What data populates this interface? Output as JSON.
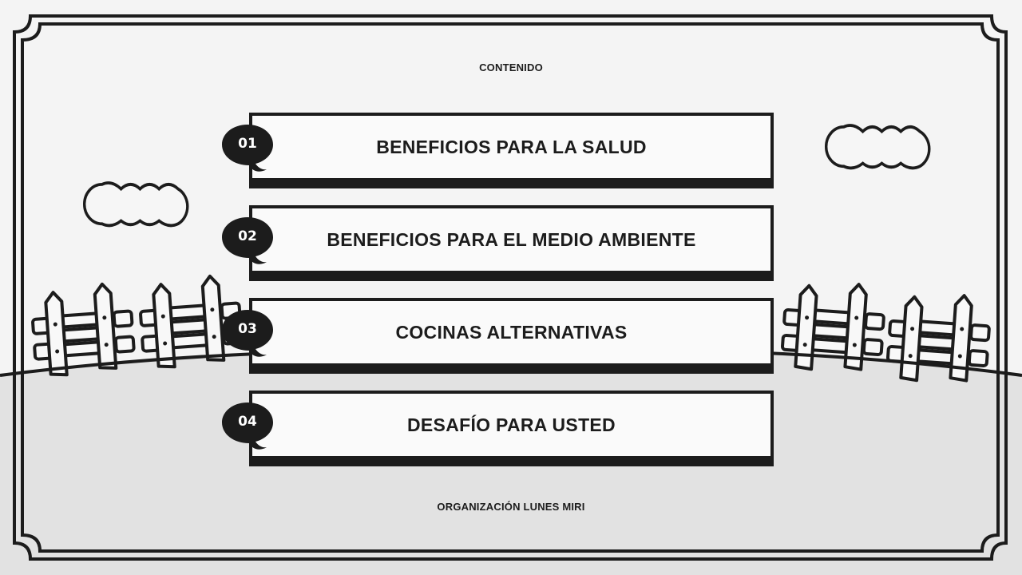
{
  "slide": {
    "title": "CONTENIDO",
    "footer": "ORGANIZACIÓN LUNES MIRI",
    "items": [
      {
        "number": "01",
        "label": "BENEFICIOS PARA LA SALUD"
      },
      {
        "number": "02",
        "label": "BENEFICIOS PARA EL MEDIO AMBIENTE"
      },
      {
        "number": "03",
        "label": "COCINAS ALTERNATIVAS"
      },
      {
        "number": "04",
        "label": "DESAFÍO PARA USTED"
      }
    ]
  },
  "decorations": {
    "icons": [
      "cloud-icon",
      "cloud-icon",
      "fence-icon",
      "fence-icon",
      "fence-icon",
      "fence-icon",
      "speech-bubble-icon"
    ]
  },
  "colors": {
    "background": "#f4f4f4",
    "ground": "#e2e2e2",
    "ink": "#1c1c1c",
    "card": "#fafafa"
  }
}
